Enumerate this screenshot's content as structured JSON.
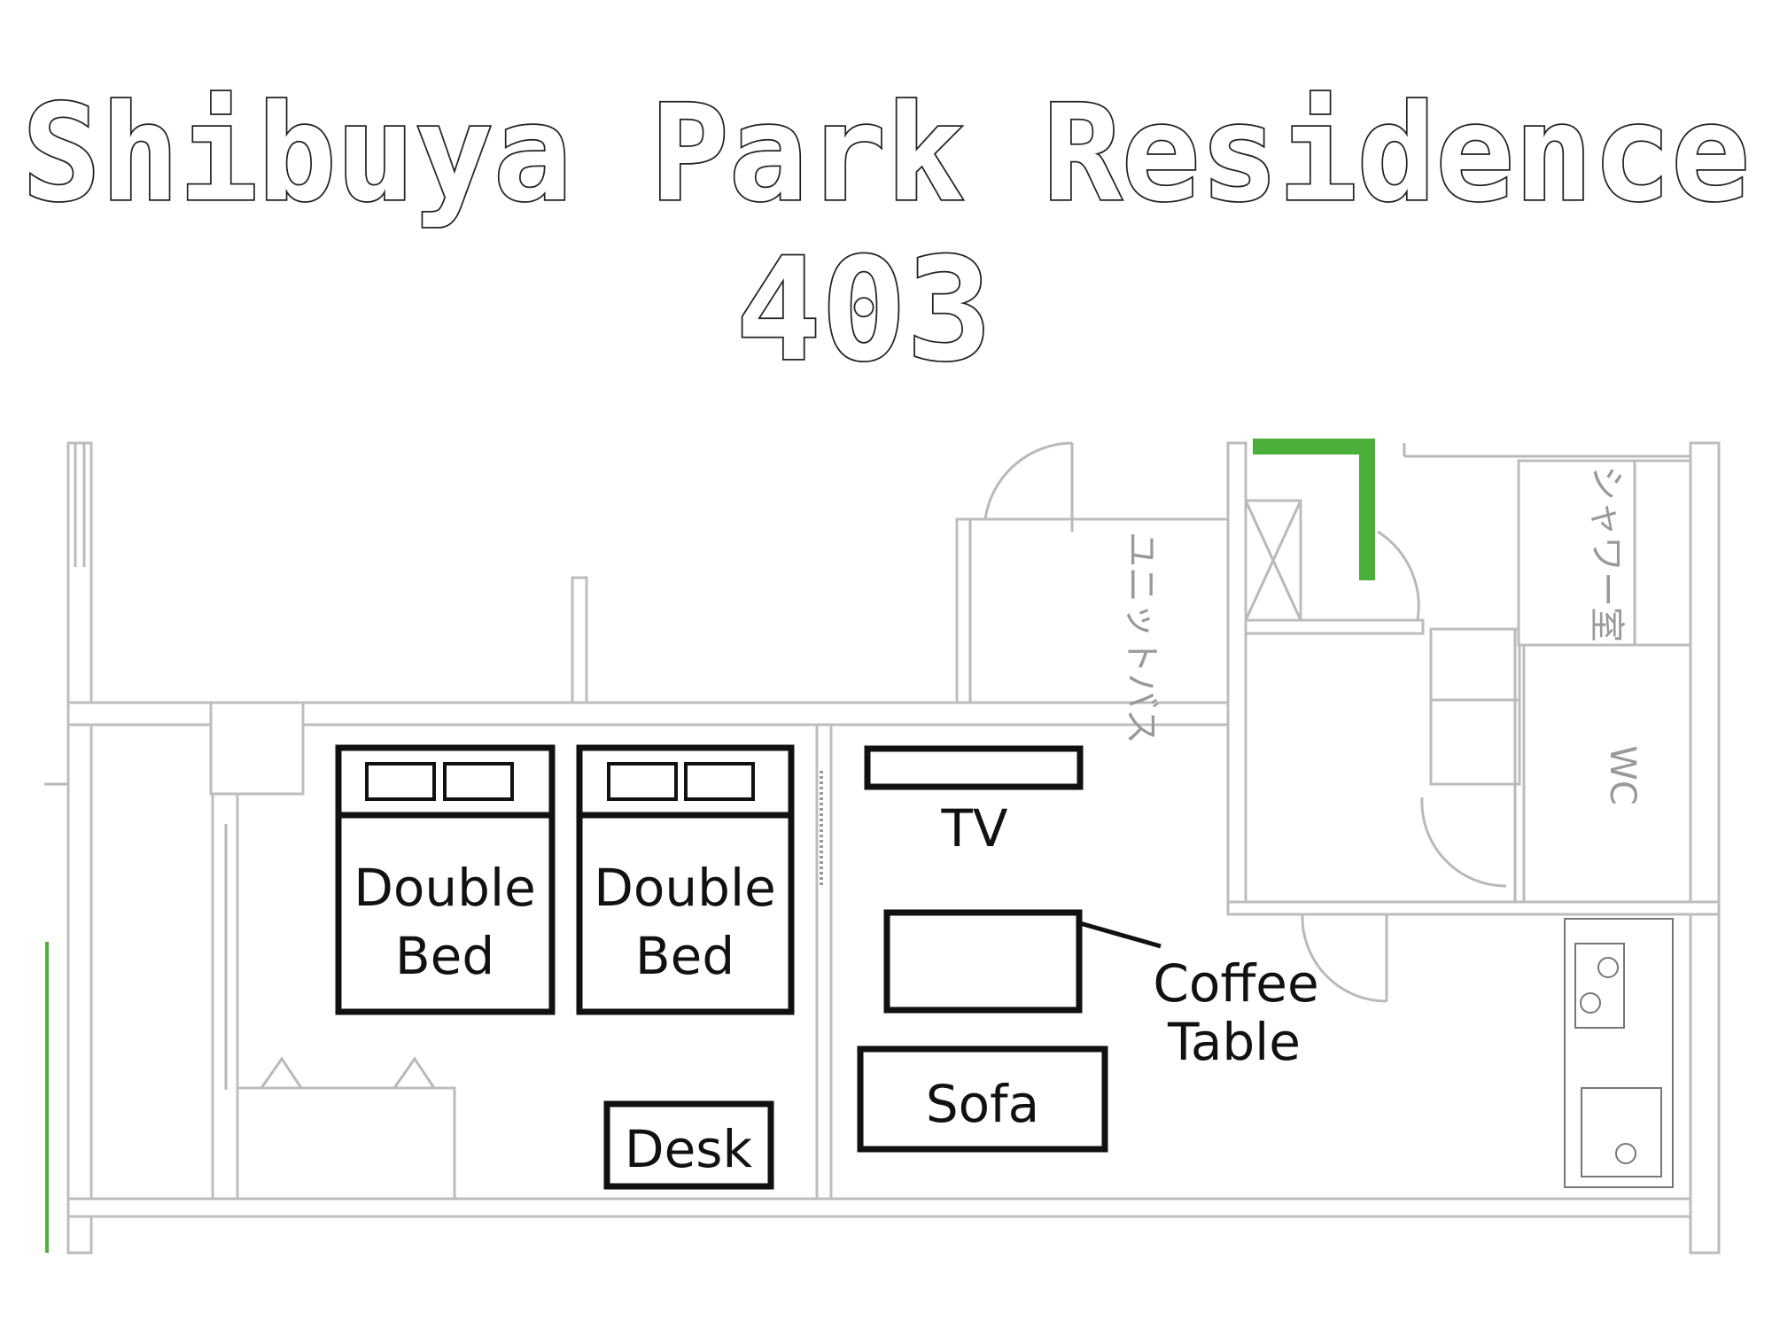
{
  "header": {
    "title": "Shibuya Park Residence",
    "unit_number": "403"
  },
  "floorplan": {
    "furniture": {
      "bed_1": {
        "line1": "Double",
        "line2": "Bed"
      },
      "bed_2": {
        "line1": "Double",
        "line2": "Bed"
      },
      "tv": "TV",
      "coffee_table": {
        "line1": "Coffee",
        "line2": "Table"
      },
      "sofa": "Sofa",
      "desk": "Desk"
    },
    "rooms": {
      "unit_bath": "ユニットバス",
      "shower_room": "シャワー室",
      "wc": "WC"
    },
    "colors": {
      "accent_green": "#4caf3a",
      "wall_gray": "#b9b9b9",
      "furniture_black": "#111111"
    }
  }
}
